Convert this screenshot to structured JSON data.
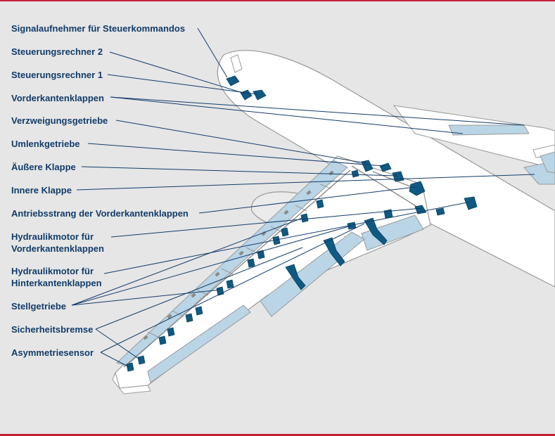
{
  "labels": {
    "signalaufnehmer": "Signalaufnehmer für Steuerkommandos",
    "steuerungsrechner_2": "Steuerungsrechner 2",
    "steuerungsrechner_1": "Steuerungsrechner 1",
    "vorderkantenklappen": "Vorderkantenklappen",
    "verzweigungsgetriebe": "Verzweigungsgetriebe",
    "umlenkgetriebe": "Umlenkgetriebe",
    "aeussere_klappe": "Äußere Klappe",
    "innere_klappe": "Innere Klappe",
    "antriebsstrang": "Antriebsstrang der Vorderkantenklappen",
    "hydraulikmotor_vorder_1": "Hydraulikmotor für",
    "hydraulikmotor_vorder_2": "Vorderkantenklappen",
    "hydraulikmotor_hinter_1": "Hydraulikmotor für",
    "hydraulikmotor_hinter_2": "Hinterkantenklappen",
    "stellgetriebe": "Stellgetriebe",
    "sicherheitsbremse": "Sicherheitsbremse",
    "asymmetriesensor": "Asymmetriesensor"
  },
  "colors": {
    "accent_red": "#c41f3a",
    "label_blue": "#123c6a",
    "component_blue": "#0f5a82",
    "flap_blue": "#b9d5e6",
    "airframe_white": "#ffffff",
    "background": "#e6e6e6"
  }
}
